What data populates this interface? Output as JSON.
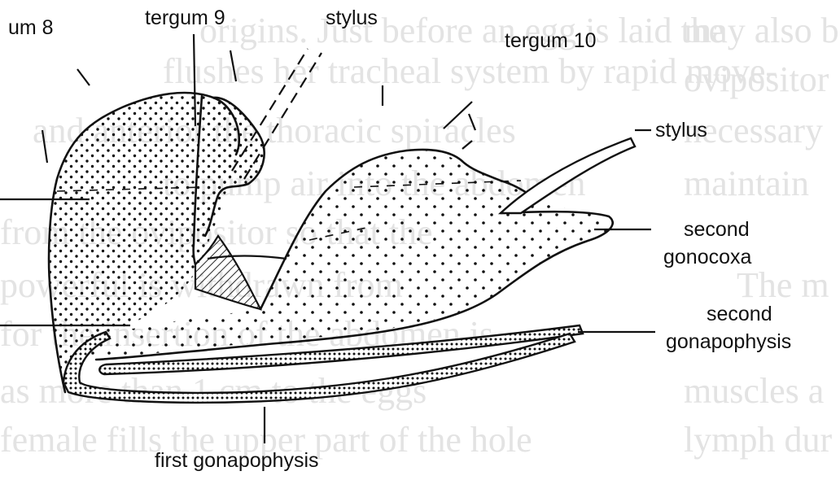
{
  "labels": {
    "sternum8": "um 8",
    "tergum9": "tergum 9",
    "stylus_top": "stylus",
    "tergum10": "tergum 10",
    "stylus_right": "stylus",
    "second_gonocoxa_line1": "second",
    "second_gonocoxa_line2": "gonocoxa",
    "second_gonapophysis_line1": "second",
    "second_gonapophysis_line2": "gonapophysis",
    "first_gonapophysis": "first gonapophysis"
  },
  "background_text": [
    "origins. Just before an egg is laid the",
    "flushes her tracheal system by rapid move-",
    "and anterior the thoracic spiracles",
    "to pump air into the abdomen",
    "from the ovipositor so that the",
    "powerful is withdrawn from",
    "for the insertion of the abdomen is",
    "as more than 1 cm to the eggs",
    "female fills the upper part of the hole",
    "may also be",
    "ovipositor",
    "necessary",
    "maintain",
    "The m",
    "muscles a",
    "lymph dur"
  ],
  "colors": {
    "ink": "#111111",
    "ghost_text": "#e3e3e3",
    "background": "#ffffff"
  }
}
